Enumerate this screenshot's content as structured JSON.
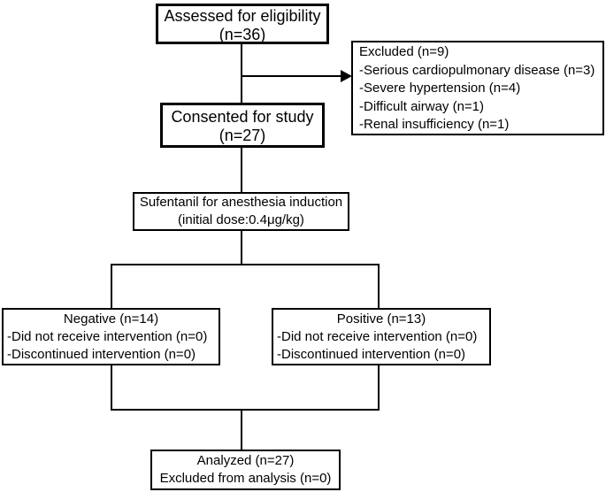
{
  "figure": {
    "background_color": "#ffffff",
    "line_color": "#000000",
    "type": "consort-flow-diagram"
  },
  "boxes": {
    "assessed": {
      "lines": [
        "Assessed for eligibility",
        "(n=36)"
      ]
    },
    "excluded": {
      "lines": [
        "Excluded (n=9)",
        "-Serious cardiopulmonary disease (n=3)",
        "-Severe hypertension (n=4)",
        "-Difficult airway (n=1)",
        "-Renal insufficiency (n=1)"
      ]
    },
    "consented": {
      "lines": [
        "Consented for study",
        "(n=27)"
      ]
    },
    "induction": {
      "lines": [
        "Sufentanil for anesthesia induction",
        "(initial dose:0.4μg/kg)"
      ]
    },
    "negative": {
      "title": "Negative (n=14)",
      "items": [
        "-Did not receive intervention (n=0)",
        "-Discontinued intervention (n=0)"
      ]
    },
    "positive": {
      "title": "Positive (n=13)",
      "items": [
        "-Did not receive intervention (n=0)",
        "-Discontinued intervention (n=0)"
      ]
    },
    "analyzed": {
      "lines": [
        "Analyzed (n=27)",
        "Excluded from analysis (n=0)"
      ]
    }
  }
}
